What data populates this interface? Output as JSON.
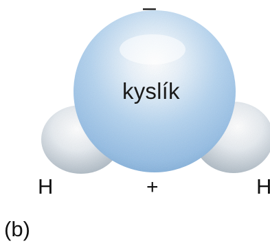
{
  "labels": {
    "charge_top": "–",
    "center_atom": "kyslík",
    "left_atom": "H",
    "charge_bottom": "+",
    "right_atom": "H",
    "panel": "(b)"
  },
  "colors": {
    "oxygen_fill": "#a9cdec",
    "oxygen_highlight": "#ffffff",
    "oxygen_shadow": "#6fa3d2",
    "hydrogen_fill": "#dde4ea",
    "hydrogen_shadow": "#9eacb8"
  }
}
